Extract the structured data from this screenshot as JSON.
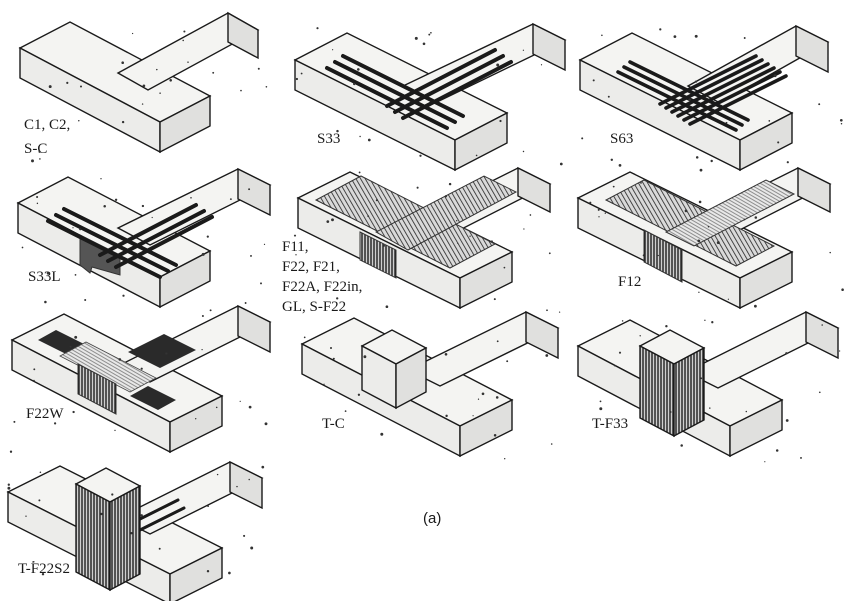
{
  "figure": {
    "caption": "(a)",
    "specimens": [
      {
        "id": "c1",
        "label_lines": [
          "C1, C2,",
          "S-C"
        ],
        "type": "plain"
      },
      {
        "id": "s33",
        "label_lines": [
          "S33"
        ],
        "type": "strips"
      },
      {
        "id": "s63",
        "label_lines": [
          "S63"
        ],
        "type": "strips-dense"
      },
      {
        "id": "s33l",
        "label_lines": [
          "S33L"
        ],
        "type": "strips-patch"
      },
      {
        "id": "f11",
        "label_lines": [
          "F11,",
          "F22, F21,",
          "F22A, F22in,",
          "GL, S-F22"
        ],
        "type": "wrap-full"
      },
      {
        "id": "f12",
        "label_lines": [
          "F12"
        ],
        "type": "wrap-full"
      },
      {
        "id": "f22w",
        "label_lines": [
          "F22W"
        ],
        "type": "wrap-patches"
      },
      {
        "id": "tc",
        "label_lines": [
          "T-C"
        ],
        "type": "tee-plain"
      },
      {
        "id": "tf33",
        "label_lines": [
          "T-F33"
        ],
        "type": "tee-wrap"
      },
      {
        "id": "tf22s2",
        "label_lines": [
          "T-F22S2"
        ],
        "type": "tee-wrap-strips"
      }
    ]
  },
  "colors": {
    "ink": "#1a1a1a",
    "concrete": "#f4f4f2",
    "fiber": "#2a2a2a"
  }
}
